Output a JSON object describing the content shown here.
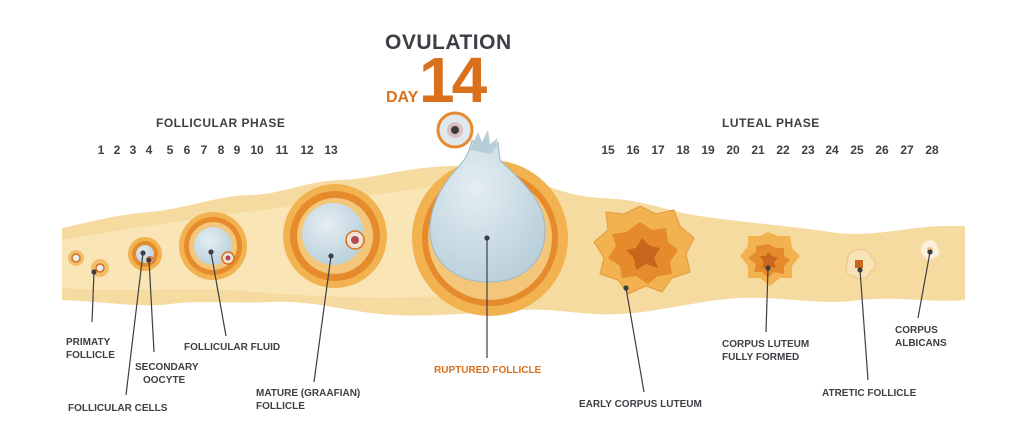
{
  "ovulation": {
    "title": "OVULATION",
    "day_word": "DAY",
    "day_number": "14"
  },
  "phases": {
    "follicular": "FOLLICULAR  PHASE",
    "luteal": "LUTEAL PHASE"
  },
  "days_follicular": [
    "1",
    "2",
    "3",
    "4",
    "5",
    "6",
    "7",
    "8",
    "9",
    "10",
    "11",
    "12",
    "13"
  ],
  "days_luteal": [
    "15",
    "16",
    "17",
    "18",
    "19",
    "20",
    "21",
    "22",
    "23",
    "24",
    "25",
    "26",
    "27",
    "28"
  ],
  "labels": {
    "primary_follicle": [
      "PRIMATY",
      "FOLLICLE"
    ],
    "follicular_cells": "FOLLICULAR CELLS",
    "secondary_oocyte": [
      "SECONDARY",
      "OOCYTE"
    ],
    "follicular_fluid": "FOLLICULAR FLUID",
    "mature_follicle": [
      "MATURE (GRAAFIAN)",
      "FOLLICLE"
    ],
    "ruptured_follicle": "RUPTURED FOLLICLE",
    "early_corpus_luteum": "EARLY CORPUS LUTEUM",
    "corpus_luteum_formed": [
      "CORPUS LUTEUM",
      "FULLY FORMED"
    ],
    "atretic_follicle": "ATRETIC FOLLICLE",
    "corpus_albicans": [
      "CORPUS",
      "ALBICANS"
    ]
  },
  "colors": {
    "tissue": "#f6dba0",
    "tissue_light": "#fbecc7",
    "orange": "#d9711c",
    "orange_dark": "#c7601a",
    "fluid": "#c9dce6",
    "text": "#3c3f44"
  }
}
